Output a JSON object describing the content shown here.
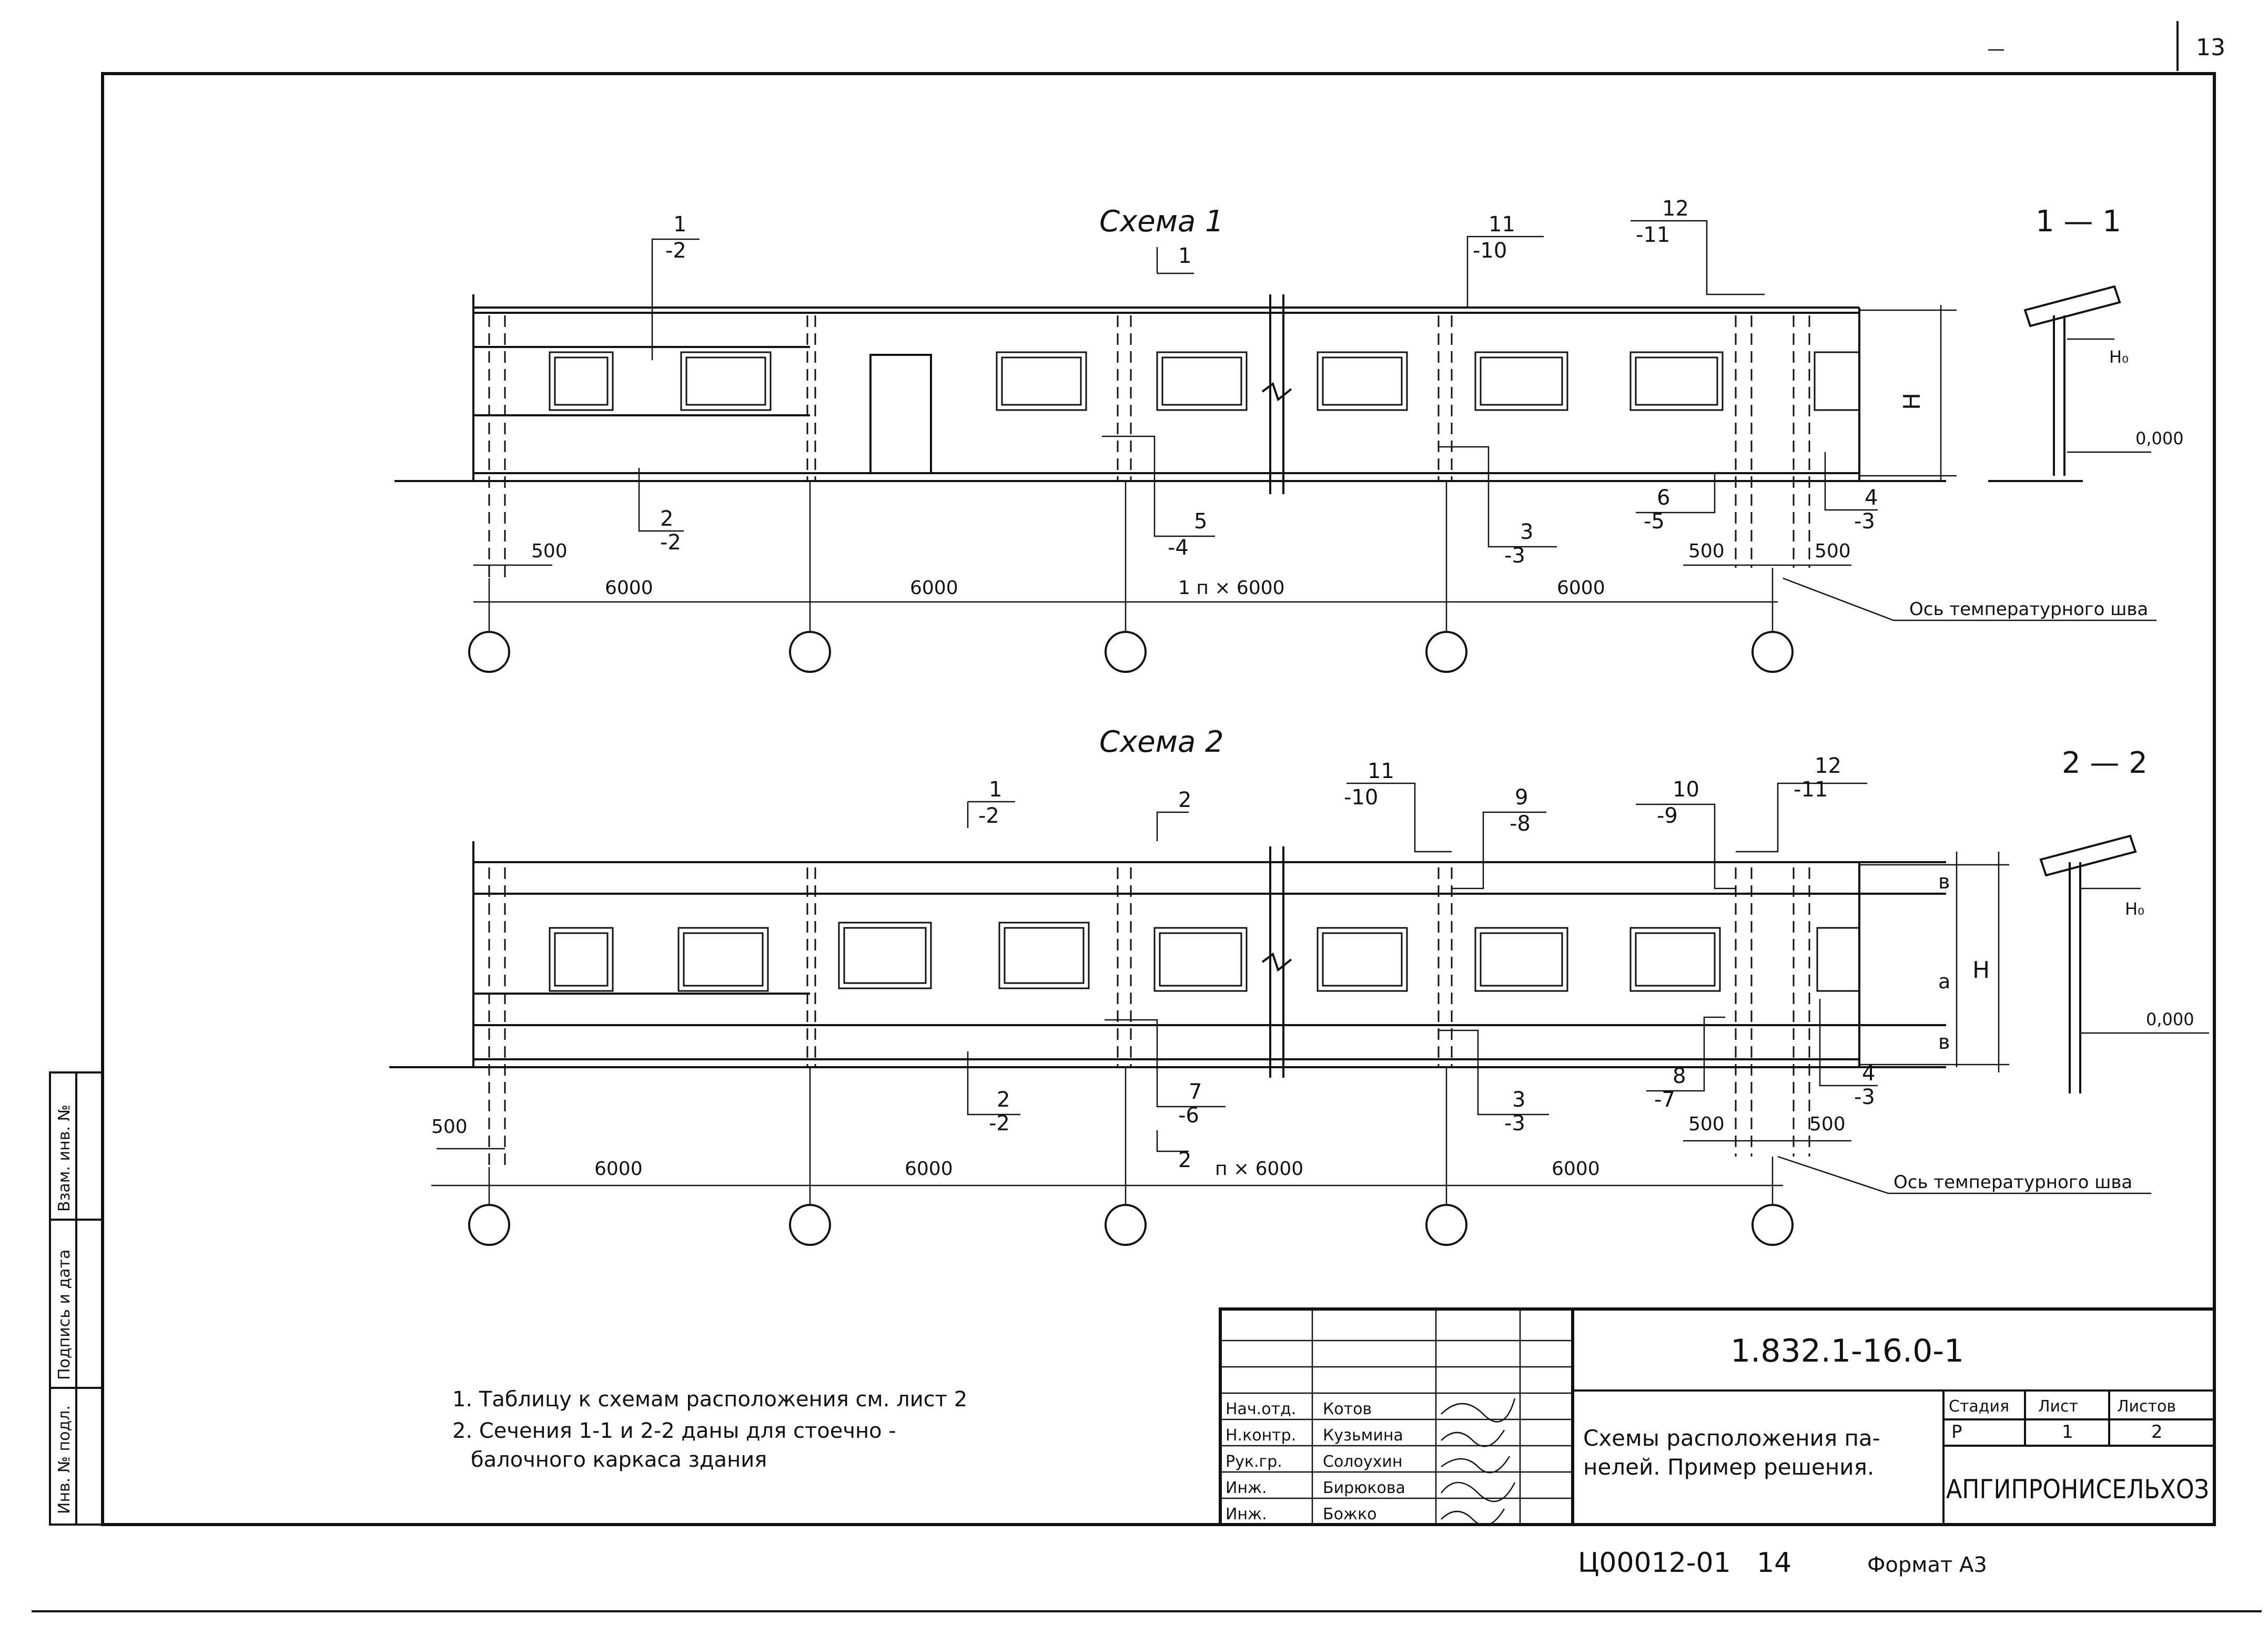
{
  "page_number": "13",
  "scheme1": {
    "title": "Схема 1",
    "section_1_1": "1 — 1",
    "callouts": {
      "c1": [
        "1",
        "-2"
      ],
      "c_sec": "1",
      "c11": [
        "11",
        "-10"
      ],
      "c12": [
        "12",
        "-11"
      ],
      "c2": [
        "2",
        "-2"
      ],
      "c5": [
        "5",
        "-4"
      ],
      "c3": [
        "3",
        "-3"
      ],
      "c6": [
        "6",
        "-5"
      ],
      "c4": [
        "4",
        "-3"
      ]
    },
    "dims": {
      "d500a": "500",
      "d500b": "500",
      "d500c": "500",
      "d6000a": "6000",
      "d6000b": "6000",
      "dn6000": "1 п × 6000",
      "d6000c": "6000"
    },
    "height_label": "Н",
    "h0": "Н₀",
    "level": "0,000",
    "axis_note": "Ось температурного шва"
  },
  "scheme2": {
    "title": "Схема 2",
    "section_2_2": "2 — 2",
    "callouts": {
      "c1": [
        "1",
        "-2"
      ],
      "c_sec": "2",
      "c11": [
        "11",
        "-10"
      ],
      "c9": [
        "9",
        "-8"
      ],
      "c10": [
        "10",
        "-9"
      ],
      "c12": [
        "12",
        "-11"
      ],
      "c2": [
        "2",
        "-2"
      ],
      "c7": [
        "7",
        "-6"
      ],
      "c_sec2": "2",
      "c3": [
        "3",
        "-3"
      ],
      "c8": [
        "8",
        "-7"
      ],
      "c4": [
        "4",
        "-3"
      ]
    },
    "dims": {
      "d500a": "500",
      "d500b": "500",
      "d500c": "500",
      "d6000a": "6000",
      "d6000b": "6000",
      "dn6000": "п × 6000",
      "d6000c": "6000"
    },
    "height_label": "Н",
    "b_top": "в",
    "a_mid": "а",
    "b_bot": "в",
    "h0": "Н₀",
    "level": "0,000",
    "axis_note": "Ось температурного шва"
  },
  "notes": {
    "n1": "1. Таблицу к схемам расположения см. лист 2",
    "n2a": "2. Сечения 1-1 и 2-2 даны для стоечно -",
    "n2b": "балочного каркаса здания"
  },
  "title_block": {
    "code": "1.832.1-16.0-1",
    "rows": [
      {
        "role": "Нач.отд.",
        "name": "Котов"
      },
      {
        "role": "Н.контр.",
        "name": "Кузьмина"
      },
      {
        "role": "Рук.гр.",
        "name": "Солоухин"
      },
      {
        "role": "Инж.",
        "name": "Бирюкова"
      },
      {
        "role": "Инж.",
        "name": "Божко"
      }
    ],
    "desc1": "Схемы расположения па-",
    "desc2": "нелей. Пример решения.",
    "stage_h": "Стадия",
    "sheet_h": "Лист",
    "sheets_h": "Листов",
    "stage": "Р",
    "sheet": "1",
    "sheets": "2",
    "org": "АПГИПРОНИСЕЛЬХОЗ"
  },
  "side_stamp": {
    "a": "Инв. № подл.",
    "b": "Подпись и дата",
    "c": "Взам. инв. №"
  },
  "footer": {
    "code": "Ц00012-01",
    "num": "14",
    "format": "Формат А3"
  }
}
